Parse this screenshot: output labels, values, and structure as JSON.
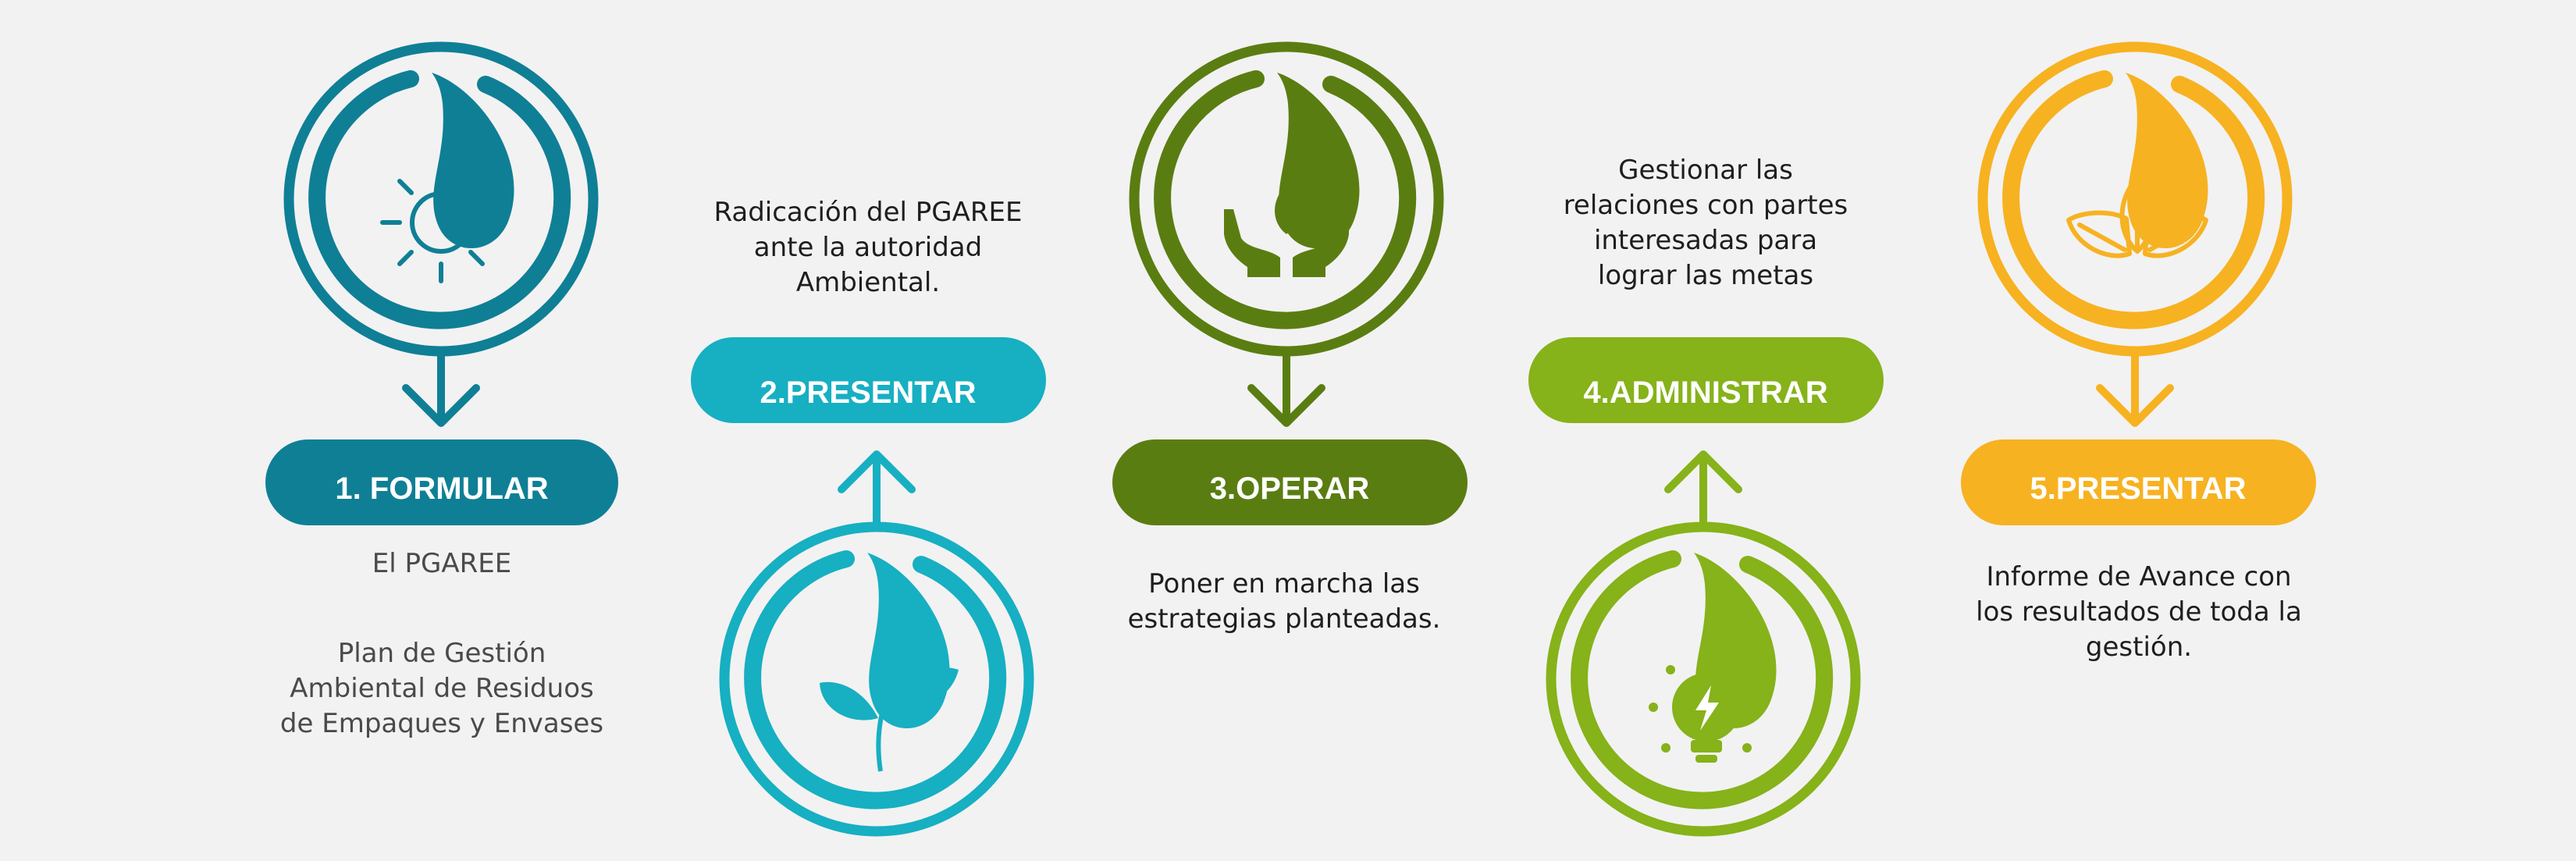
{
  "colors": {
    "step1": "#0f7f96",
    "step2": "#17afc2",
    "step3": "#5a7d12",
    "step4": "#86b21a",
    "step5": "#f7b221"
  },
  "steps": [
    {
      "label": "1. FORMULAR",
      "icon": "sun-icon",
      "subtitle": "El PGAREE",
      "description": "Plan de Gestión\nAmbiental de Residuos\nde Empaques y Envases"
    },
    {
      "label": "2.PRESENTAR",
      "icon": "sprout-icon",
      "description": "Radicación del PGAREE\nante la autoridad\nAmbiental."
    },
    {
      "label": "3.OPERAR",
      "icon": "hands-leaf-icon",
      "description": "Poner en marcha las\nestrategias planteadas."
    },
    {
      "label": "4.ADMINISTRAR",
      "icon": "lightbulb-energy-icon",
      "description": "Gestionar las\nrelaciones con partes\ninteresadas para\nlograr las metas"
    },
    {
      "label": "5.PRESENTAR",
      "icon": "leaves-icon",
      "description": "Informe de Avance  con\nlos resultados de toda la\ngestión."
    }
  ]
}
